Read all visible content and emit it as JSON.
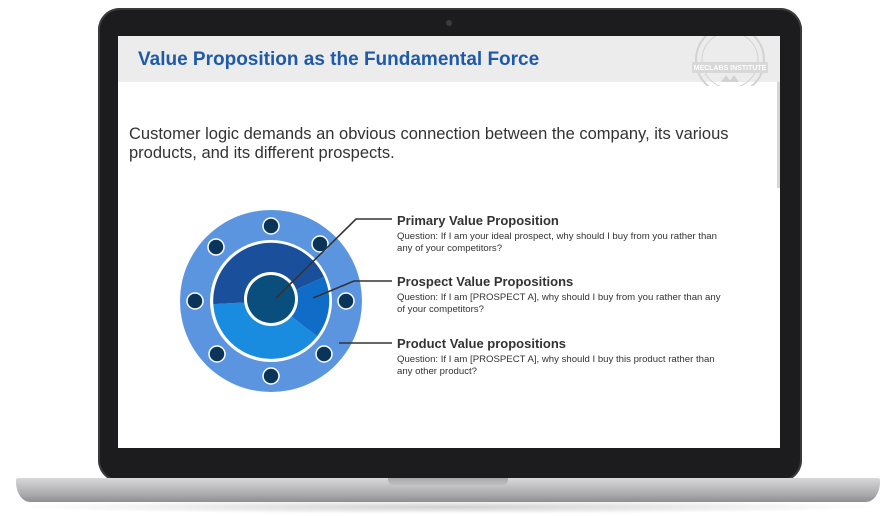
{
  "slide": {
    "title": "Value Proposition as the Fundamental Force",
    "seal_text": "MECLABS INSTITUTE",
    "subtitle": "Customer logic demands an obvious connection between the company, its various products, and its different prospects."
  },
  "diagram": {
    "labels": [
      {
        "title": "Primary Value Proposition",
        "question": "Question: If I am your ideal prospect, why should I buy from you rather than any of your competitors?"
      },
      {
        "title": "Prospect Value Propositions",
        "question": "Question: If I am [PROSPECT A], why should I buy from you rather than any of your competitors?"
      },
      {
        "title": "Product Value propositions",
        "question": "Question: If I am [PROSPECT A], why should I buy this product rather than any other product?"
      }
    ],
    "colors": {
      "outer_ring": "#5b95e0",
      "segment_dark": "#1a4f9c",
      "segment_mid": "#0f6cc7",
      "segment_light": "#1a8ce0",
      "core": "#0a4e7d",
      "dots": "#0a3558",
      "title": "#1e5aa8"
    }
  }
}
